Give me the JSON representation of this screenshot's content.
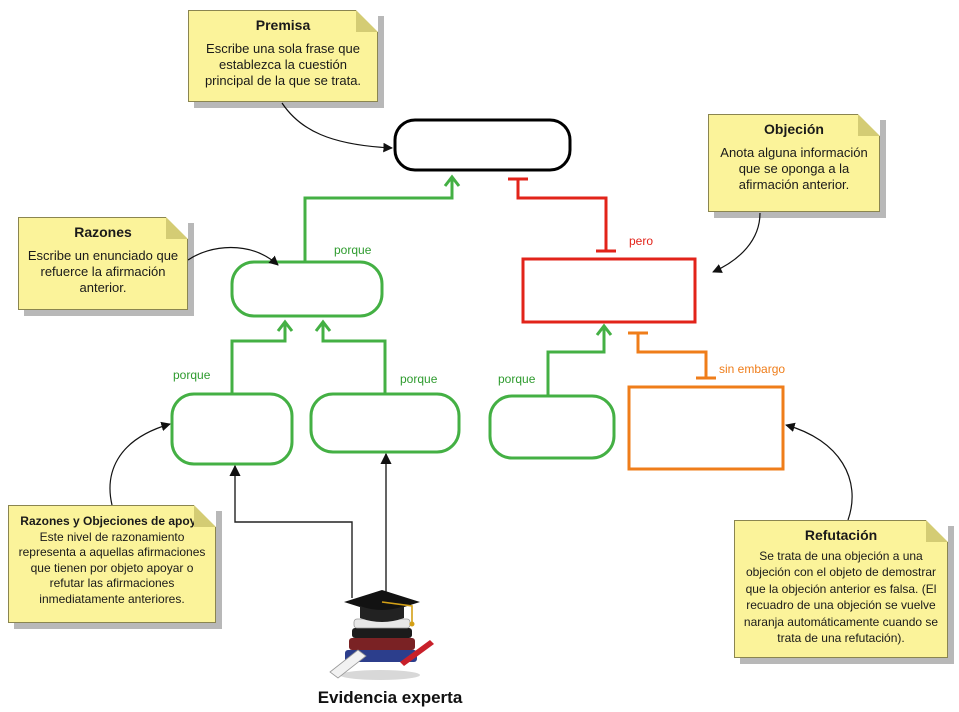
{
  "notes": {
    "premisa": {
      "title": "Premisa",
      "body": "Escribe una sola frase que establezca la cuestión principal de la que se trata."
    },
    "objecion": {
      "title": "Objeción",
      "body": "Anota alguna información que se oponga a la afirmación anterior."
    },
    "razones": {
      "title": "Razones",
      "body": "Escribe un enunciado que refuerce la afirmación anterior."
    },
    "razones_objeciones": {
      "title": "Razones y Objeciones de apoyo",
      "body": "Este nivel de razonamiento representa a aquellas afirmaciones que tienen por objeto apoyar o refutar las afirmaciones inmediatamente anteriores."
    },
    "refutacion": {
      "title": "Refutación",
      "body": "Se trata de una objeción a una objeción con el objeto de demostrar que la objeción anterior es falsa. (El recuadro de una objeción se vuelve naranja automáticamente cuando se trata de una refutación)."
    }
  },
  "connector_labels": {
    "porque_top": "porque",
    "porque_left": "porque",
    "porque_mid": "porque",
    "porque_right": "porque",
    "pero": "pero",
    "sin_embargo": "sin embargo"
  },
  "caption": "Evidencia experta",
  "colors": {
    "support": "#3bb03b",
    "objection": "#e2231a",
    "rebuttal": "#ef7d1a",
    "note_fill": "#fbf39a"
  },
  "icons": [
    "graduation-cap-icon"
  ]
}
